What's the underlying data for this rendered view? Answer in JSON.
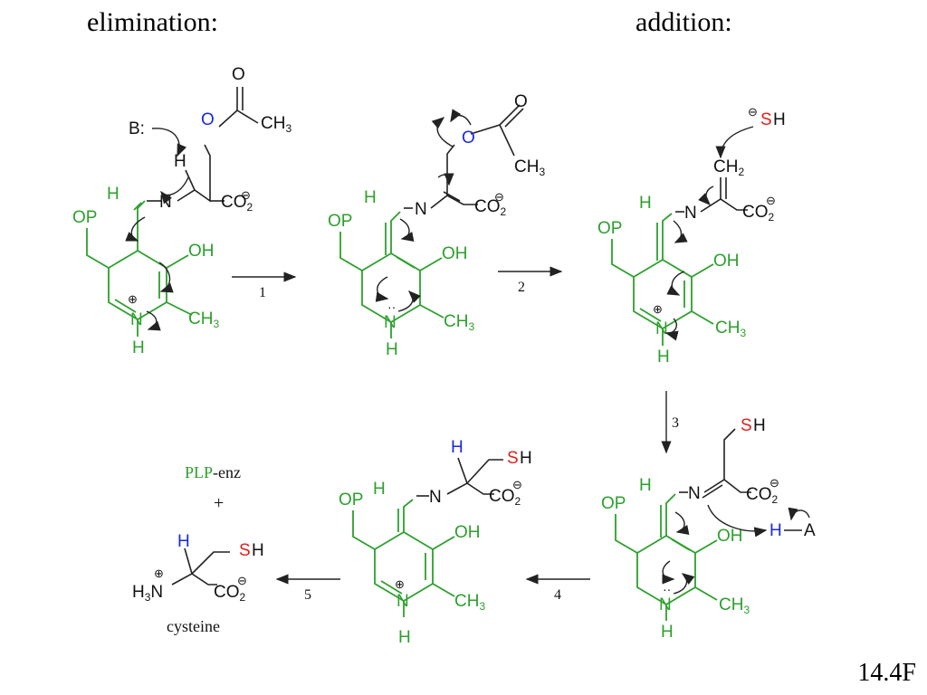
{
  "headings": {
    "left": "elimination:",
    "right": "addition:"
  },
  "steps": [
    "1",
    "2",
    "3",
    "4",
    "5"
  ],
  "labels": {
    "base": "B:",
    "op": "OP",
    "oh": "OH",
    "h": "H",
    "n": "N",
    "ch3": "CH",
    "three": "3",
    "co2": "CO",
    "two": "2",
    "o": "O",
    "ch2_main": "CH",
    "sh_s": "S",
    "sh_h": "H",
    "acid_h": "H",
    "acid_a": "A",
    "h3n": "H",
    "h3n_3": "3",
    "h3n_n": "N"
  },
  "products": {
    "plp": "PLP",
    "enz": "-enz",
    "plus": "+",
    "cysteine": "cysteine"
  },
  "page_label": "14.4F",
  "colors": {
    "plp": "#2ca02c",
    "sulfur": "#e0201b",
    "oxygen": "#1a2adb",
    "hydrogen": "#1a2adb"
  }
}
